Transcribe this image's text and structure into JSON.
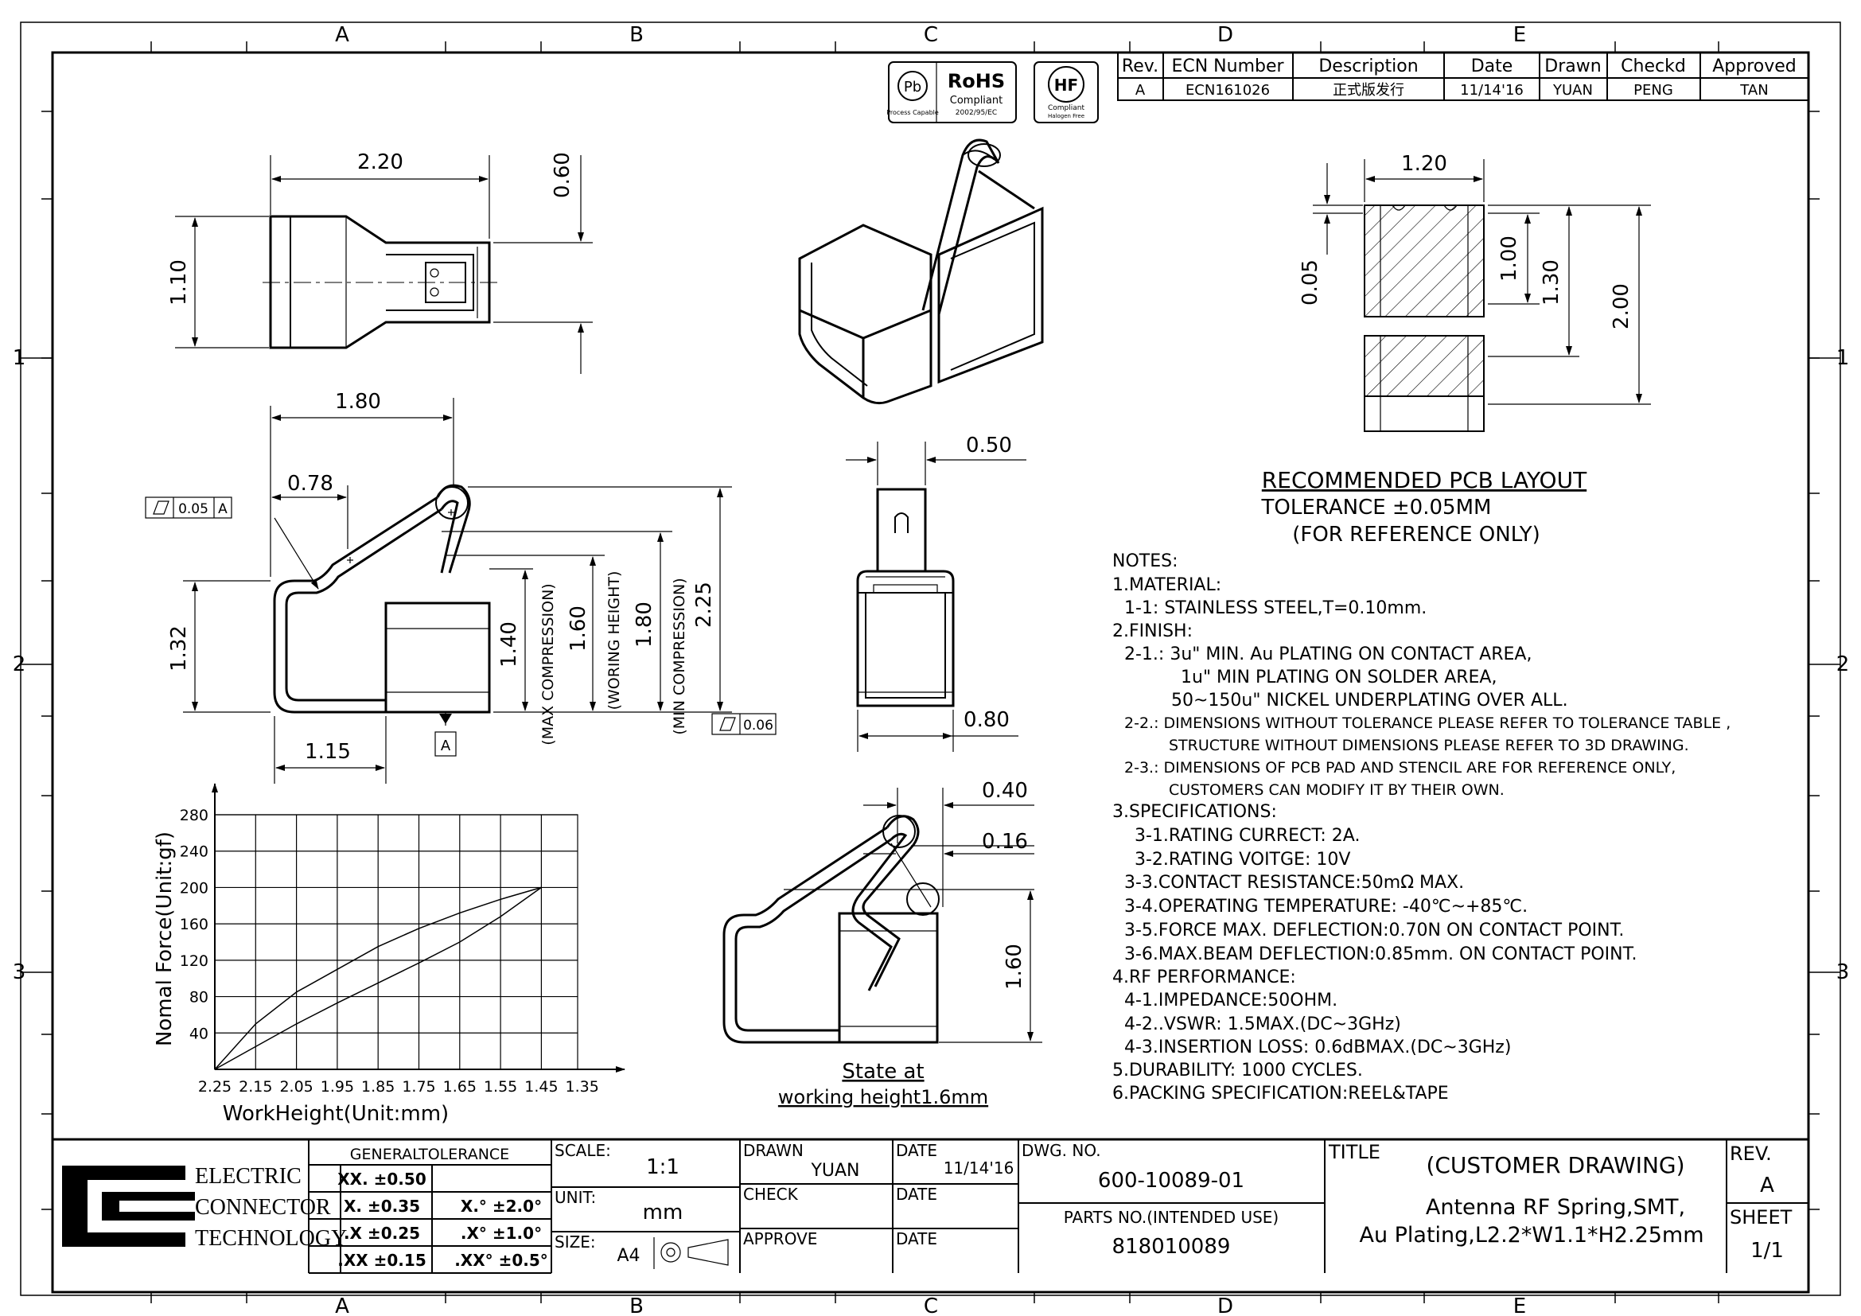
{
  "zones": {
    "cols": [
      "A",
      "B",
      "C",
      "D",
      "E"
    ],
    "rows": [
      "1",
      "2",
      "3"
    ]
  },
  "badges": {
    "pb": "Pb",
    "pb_sub": "Process Capable",
    "rohs": "RoHS",
    "rohs_sub1": "Compliant",
    "rohs_sub2": "2002/95/EC",
    "hf": "HF",
    "hf_sub1": "Compliant",
    "hf_sub2": "Halogen Free"
  },
  "revision_table": {
    "headers": [
      "Rev.",
      "ECN Number",
      "Description",
      "Date",
      "Drawn",
      "Checkd",
      "Approved"
    ],
    "row": [
      "A",
      "ECN161026",
      "正式版发行",
      "11/14'16",
      "YUAN",
      "PENG",
      "TAN"
    ]
  },
  "dims": {
    "top_w": "2.20",
    "top_h": "1.10",
    "top_h2": "0.60",
    "side_w": "1.80",
    "side_078": "0.78",
    "side_132": "1.32",
    "side_115": "1.15",
    "side_140": "1.40",
    "side_160": "1.60",
    "side_180": "1.80",
    "side_225": "2.25",
    "max_comp": "(MAX COMPRESSION)",
    "work_h": "(WORING HEIGHT)",
    "min_comp": "(MIN COMPRESSION)",
    "flat_tol": "0.05",
    "flat_ref": "A",
    "flat_tol2": "0.06",
    "datum": "A",
    "front_050": "0.50",
    "front_080": "0.80",
    "ws_040": "0.40",
    "ws_016": "0.16",
    "ws_160": "1.60",
    "state1": "State at",
    "state2": "working height1.6mm",
    "pcb_120": "1.20",
    "pcb_005": "0.05",
    "pcb_100": "1.00",
    "pcb_130": "1.30",
    "pcb_200": "2.00"
  },
  "pcb_title": [
    "RECOMMENDED PCB LAYOUT",
    "TOLERANCE ±0.05MM",
    "(FOR REFERENCE ONLY)"
  ],
  "notes": [
    "NOTES:",
    "1.MATERIAL:",
    "1-1: STAINLESS STEEL,T=0.10mm.",
    "2.FINISH:",
    "2-1.: 3u\" MIN. Au PLATING ON CONTACT AREA,",
    "1u\" MIN PLATING ON SOLDER AREA,",
    "50~150u\" NICKEL UNDERPLATING OVER ALL.",
    "2-2.: DIMENSIONS WITHOUT TOLERANCE PLEASE REFER TO TOLERANCE TABLE ,",
    "STRUCTURE WITHOUT DIMENSIONS PLEASE REFER TO 3D DRAWING.",
    "2-3.: DIMENSIONS OF PCB PAD AND STENCIL ARE FOR REFERENCE ONLY,",
    "CUSTOMERS CAN MODIFY IT BY THEIR OWN.",
    "3.SPECIFICATIONS:",
    "3-1.RATING CURRECT: 2A.",
    "3-2.RATING VOITGE: 10V",
    "3-3.CONTACT RESISTANCE:50mΩ MAX.",
    "3-4.OPERATING TEMPERATURE: -40℃~+85℃.",
    "3-5.FORCE MAX. DEFLECTION:0.70N ON CONTACT POINT.",
    "3-6.MAX.BEAM DEFLECTION:0.85mm. ON CONTACT POINT.",
    "4.RF PERFORMANCE:",
    "4-1.IMPEDANCE:50OHM.",
    "4-2..VSWR: 1.5MAX.(DC~3GHz)",
    "4-3.INSERTION LOSS: 0.6dBMAX.(DC~3GHz)",
    "5.DURABILITY: 1000 CYCLES.",
    "6.PACKING SPECIFICATION:REEL&TAPE"
  ],
  "graph": {
    "ylabel": "Nomal Force(Unit:gf)",
    "xlabel": "WorkHeight(Unit:mm)",
    "yticks": [
      "40",
      "80",
      "120",
      "160",
      "200",
      "240",
      "280"
    ],
    "xticks": [
      "2.25",
      "2.15",
      "2.05",
      "1.95",
      "1.85",
      "1.75",
      "1.65",
      "1.55",
      "1.45",
      "1.35"
    ],
    "curve_upper": [
      {
        "x": 2.25,
        "y": 0
      },
      {
        "x": 2.15,
        "y": 50
      },
      {
        "x": 2.05,
        "y": 85
      },
      {
        "x": 1.95,
        "y": 110
      },
      {
        "x": 1.85,
        "y": 135
      },
      {
        "x": 1.75,
        "y": 155
      },
      {
        "x": 1.65,
        "y": 172
      },
      {
        "x": 1.55,
        "y": 187
      },
      {
        "x": 1.45,
        "y": 200
      }
    ],
    "curve_lower": [
      {
        "x": 2.25,
        "y": 0
      },
      {
        "x": 2.15,
        "y": 25
      },
      {
        "x": 2.05,
        "y": 50
      },
      {
        "x": 1.95,
        "y": 73
      },
      {
        "x": 1.85,
        "y": 95
      },
      {
        "x": 1.75,
        "y": 117
      },
      {
        "x": 1.65,
        "y": 140
      },
      {
        "x": 1.55,
        "y": 168
      },
      {
        "x": 1.45,
        "y": 200
      }
    ]
  },
  "title_block": {
    "company": [
      "ELECTRIC",
      "CONNECTOR",
      "TECHNOLOGY"
    ],
    "tol_header": "GENERALTOLERANCE",
    "tol_rows": [
      [
        "XX. ±0.50",
        ""
      ],
      [
        "X. ±0.35",
        "X.° ±2.0°"
      ],
      [
        ".X ±0.25",
        ".X° ±1.0°"
      ],
      [
        ".XX ±0.15",
        ".XX° ±0.5°"
      ]
    ],
    "scale_label": "SCALE:",
    "scale": "1:1",
    "unit_label": "UNIT:",
    "unit": "mm",
    "size_label": "SIZE:",
    "size": "A4",
    "drawn_label": "DRAWN",
    "drawn": "YUAN",
    "check_label": "CHECK",
    "approve_label": "APPROVE",
    "date_label": "DATE",
    "date": "11/14'16",
    "dwg_label": "DWG. NO.",
    "dwg": "600-10089-01",
    "parts_label": "PARTS NO.(INTENDED USE)",
    "parts": "818010089",
    "title_label": "TITLE",
    "title1": "(CUSTOMER DRAWING)",
    "title2": "Antenna RF Spring,SMT,",
    "title3": "Au Plating,L2.2*W1.1*H2.25mm",
    "rev_label": "REV.",
    "rev": "A",
    "sheet_label": "SHEET",
    "sheet": "1/1"
  }
}
